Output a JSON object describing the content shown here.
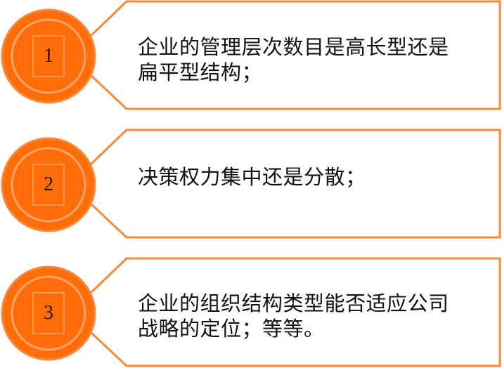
{
  "colors": {
    "accent": "#f6893b",
    "circle_fill": "#ff6d0a",
    "circle_ring": "#ffa566",
    "box_fill": "#ffffff",
    "text": "#111111"
  },
  "items": [
    {
      "number": "1",
      "text": "企业的管理层次数目是高长型还是\n扁平型结构；"
    },
    {
      "number": "2",
      "text": "决策权力集中还是分散；"
    },
    {
      "number": "3",
      "text": "企业的组织结构类型能否适应公司\n战略的定位；等等。"
    }
  ]
}
